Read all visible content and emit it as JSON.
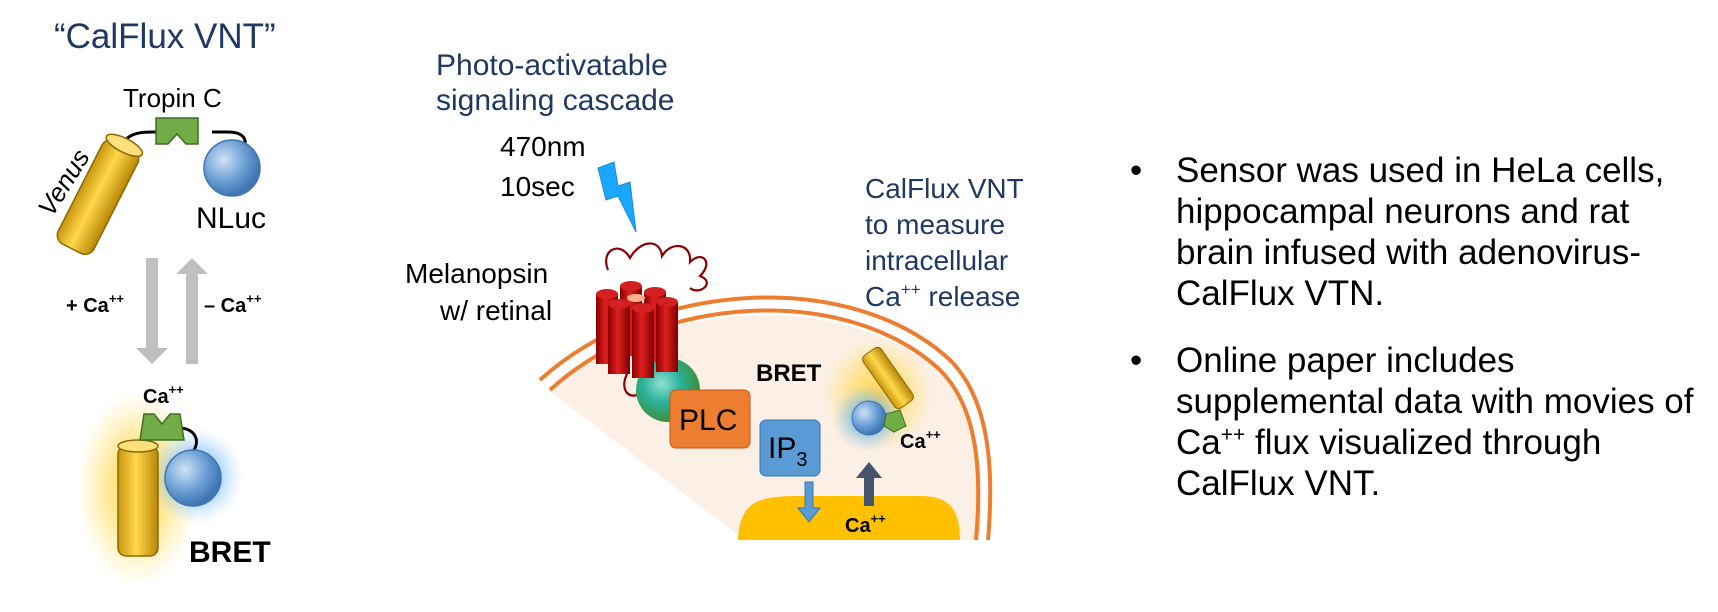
{
  "title": "“CalFlux VNT”",
  "sensor": {
    "tropin": "Tropin C",
    "venus": "Venus",
    "nluc": "NLuc",
    "plus_ca": "+ Ca",
    "minus_ca": "– Ca",
    "ca_sup": "++",
    "ca": "Ca",
    "bret": "BRET"
  },
  "cascade": {
    "heading_line1": "Photo-activatable",
    "heading_line2": "signaling cascade",
    "wavelength": "470nm",
    "duration": "10sec",
    "melanopsin_line1": "Melanopsin",
    "melanopsin_line2": "w/ retinal",
    "calflux_line1": "CalFlux VNT",
    "calflux_line2": "to measure",
    "calflux_line3": "intracellular",
    "calflux_line4_a": "Ca",
    "calflux_line4_sup": "++",
    "calflux_line4_b": " release",
    "bret": "BRET",
    "plc": "PLC",
    "ip": "IP",
    "ip_sub": "3",
    "ca": "Ca",
    "ca_sup": "++"
  },
  "bullets": {
    "b1": "Sensor was used in HeLa cells, hippocampal neurons and rat brain infused with adenovirus-CalFlux VTN.",
    "b2_a": "Online paper includes supplemental data with movies of Ca",
    "b2_sup": "++",
    "b2_b": " flux visualized through CalFlux VNT.",
    "marker": "•"
  },
  "colors": {
    "navy": "#1f3864",
    "venus": "#e6b422",
    "nluc": "#5b9bd5",
    "tropin": "#70ad47",
    "plc": "#ed7d31",
    "ip3": "#5b9bd5",
    "membrane": "#ed7d31",
    "er": "#ffc000",
    "receptor": "#c00000",
    "arrow_gray": "#bfbfbf"
  }
}
